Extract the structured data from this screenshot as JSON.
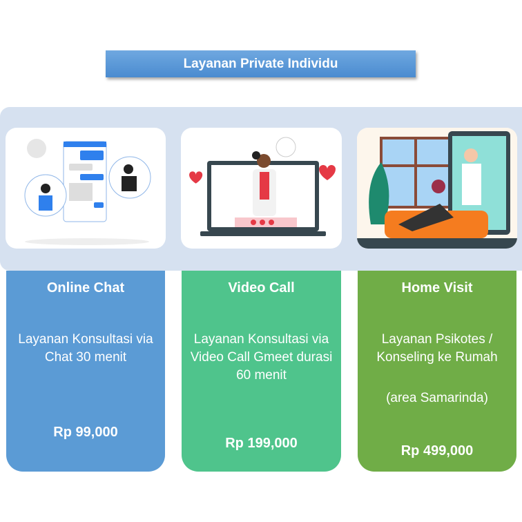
{
  "header": {
    "title": "Layanan Private Individu"
  },
  "colors": {
    "banner": "#5b9bd5",
    "panel": "#d6e1f0",
    "chat": "#5b9bd5",
    "video": "#4fc48c",
    "home": "#70ad47"
  },
  "services": [
    {
      "title": "Online Chat",
      "description": "Layanan Konsultasi via Chat 30 menit",
      "price": "Rp 99,000",
      "image": "chat-illustration"
    },
    {
      "title": "Video Call",
      "description": "Layanan Konsultasi via Video Call Gmeet durasi 60 menit",
      "price": "Rp 199,000",
      "image": "video-call-illustration"
    },
    {
      "title": "Home Visit",
      "description": "Layanan Psikotes / Konseling ke Rumah",
      "note": "(area Samarinda)",
      "price": "Rp 499,000",
      "image": "home-visit-illustration"
    }
  ]
}
